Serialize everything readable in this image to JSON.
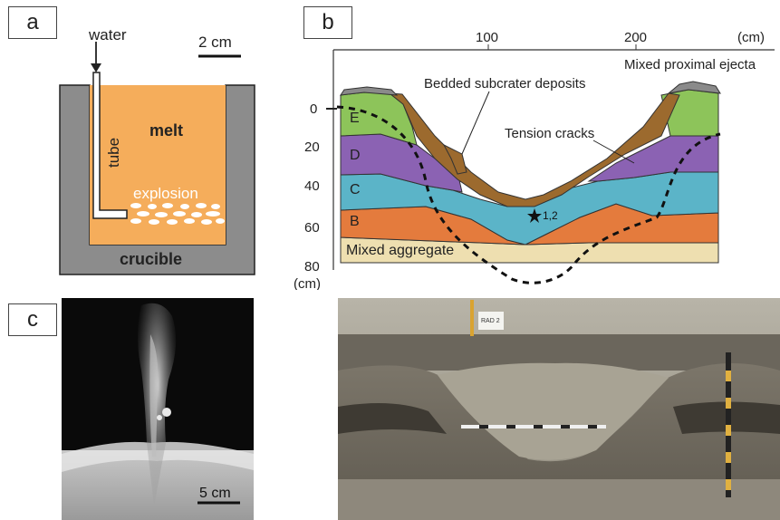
{
  "panel_labels": {
    "a": "a",
    "b": "b",
    "c": "c"
  },
  "panel_a": {
    "water_label": "water",
    "scale_label": "2 cm",
    "tube_label": "tube",
    "melt_label": "melt",
    "explosion_label": "explosion",
    "crucible_label": "crucible",
    "colors": {
      "crucible": "#8c8c8c",
      "melt": "#f5ad5b",
      "bubbles": "#ffffff"
    }
  },
  "panel_b": {
    "x_unit": "(cm)",
    "x_ticks": [
      "100",
      "200"
    ],
    "y_ticks": [
      "0",
      "20",
      "40",
      "60",
      "80"
    ],
    "y_unit": "(cm)",
    "layers": {
      "E": "E",
      "D": "D",
      "C": "C",
      "B": "B",
      "aggregate": "Mixed aggregate"
    },
    "annotations": {
      "bedded": "Bedded subcrater deposits",
      "tension": "Tension cracks",
      "ejecta": "Mixed proximal ejecta",
      "marker": "1,2"
    },
    "colors": {
      "E": "#8dc45a",
      "D": "#8b62b3",
      "C": "#5bb4c8",
      "B": "#e47b3d",
      "aggregate": "#eedfb0",
      "subcrater": "#9c6a2e",
      "ejecta": "#8a8a8a"
    }
  },
  "panel_c": {
    "scale_label": "5 cm"
  },
  "panel_d": {
    "sign_text": "RAD 2"
  }
}
